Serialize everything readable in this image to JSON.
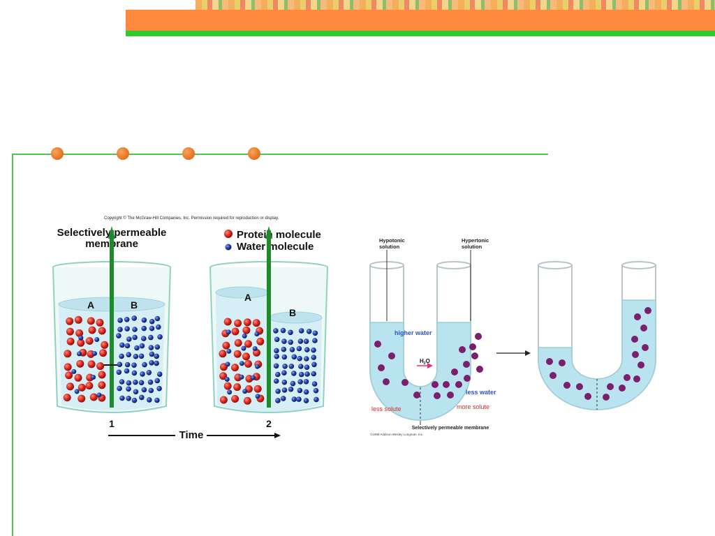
{
  "left_figure": {
    "copyright": "Copyright © The McGraw-Hill Companies, Inc. Permission required for reproduction or display.",
    "membrane_label_line1": "Selectively permeable",
    "membrane_label_line2": "membrane",
    "legend_protein": "Protein molecule",
    "legend_water": "Water molecule",
    "beaker1": {
      "side_a": "A",
      "side_b": "B",
      "number": "1"
    },
    "beaker2": {
      "side_a": "A",
      "side_b": "B",
      "number": "2"
    },
    "time_label": "Time",
    "colors": {
      "protein": "#d9261c",
      "water": "#1d3b9a",
      "membrane": "#1f8a2a",
      "liquid": "#d6eef5"
    }
  },
  "right_figure": {
    "hypotonic_line1": "Hypotonic",
    "hypotonic_line2": "solution",
    "hypertonic_line1": "Hypertonic",
    "hypertonic_line2": "solution",
    "higher_water": "higher water",
    "less_water": "less water",
    "less_solute": "less solute",
    "more_solute": "more solute",
    "arrow_h2o": "H",
    "arrow_h2o_sub": "2",
    "arrow_h2o_end": "O",
    "membrane_caption": "Selectively permeable membrane",
    "copyright": "©1999 Addison Wesley Longman, Inc.",
    "colors": {
      "solute": "#7a1f6e",
      "liquid": "#b9e3ee",
      "blue_text": "#2a55c7",
      "red_text": "#d62b2b"
    }
  }
}
